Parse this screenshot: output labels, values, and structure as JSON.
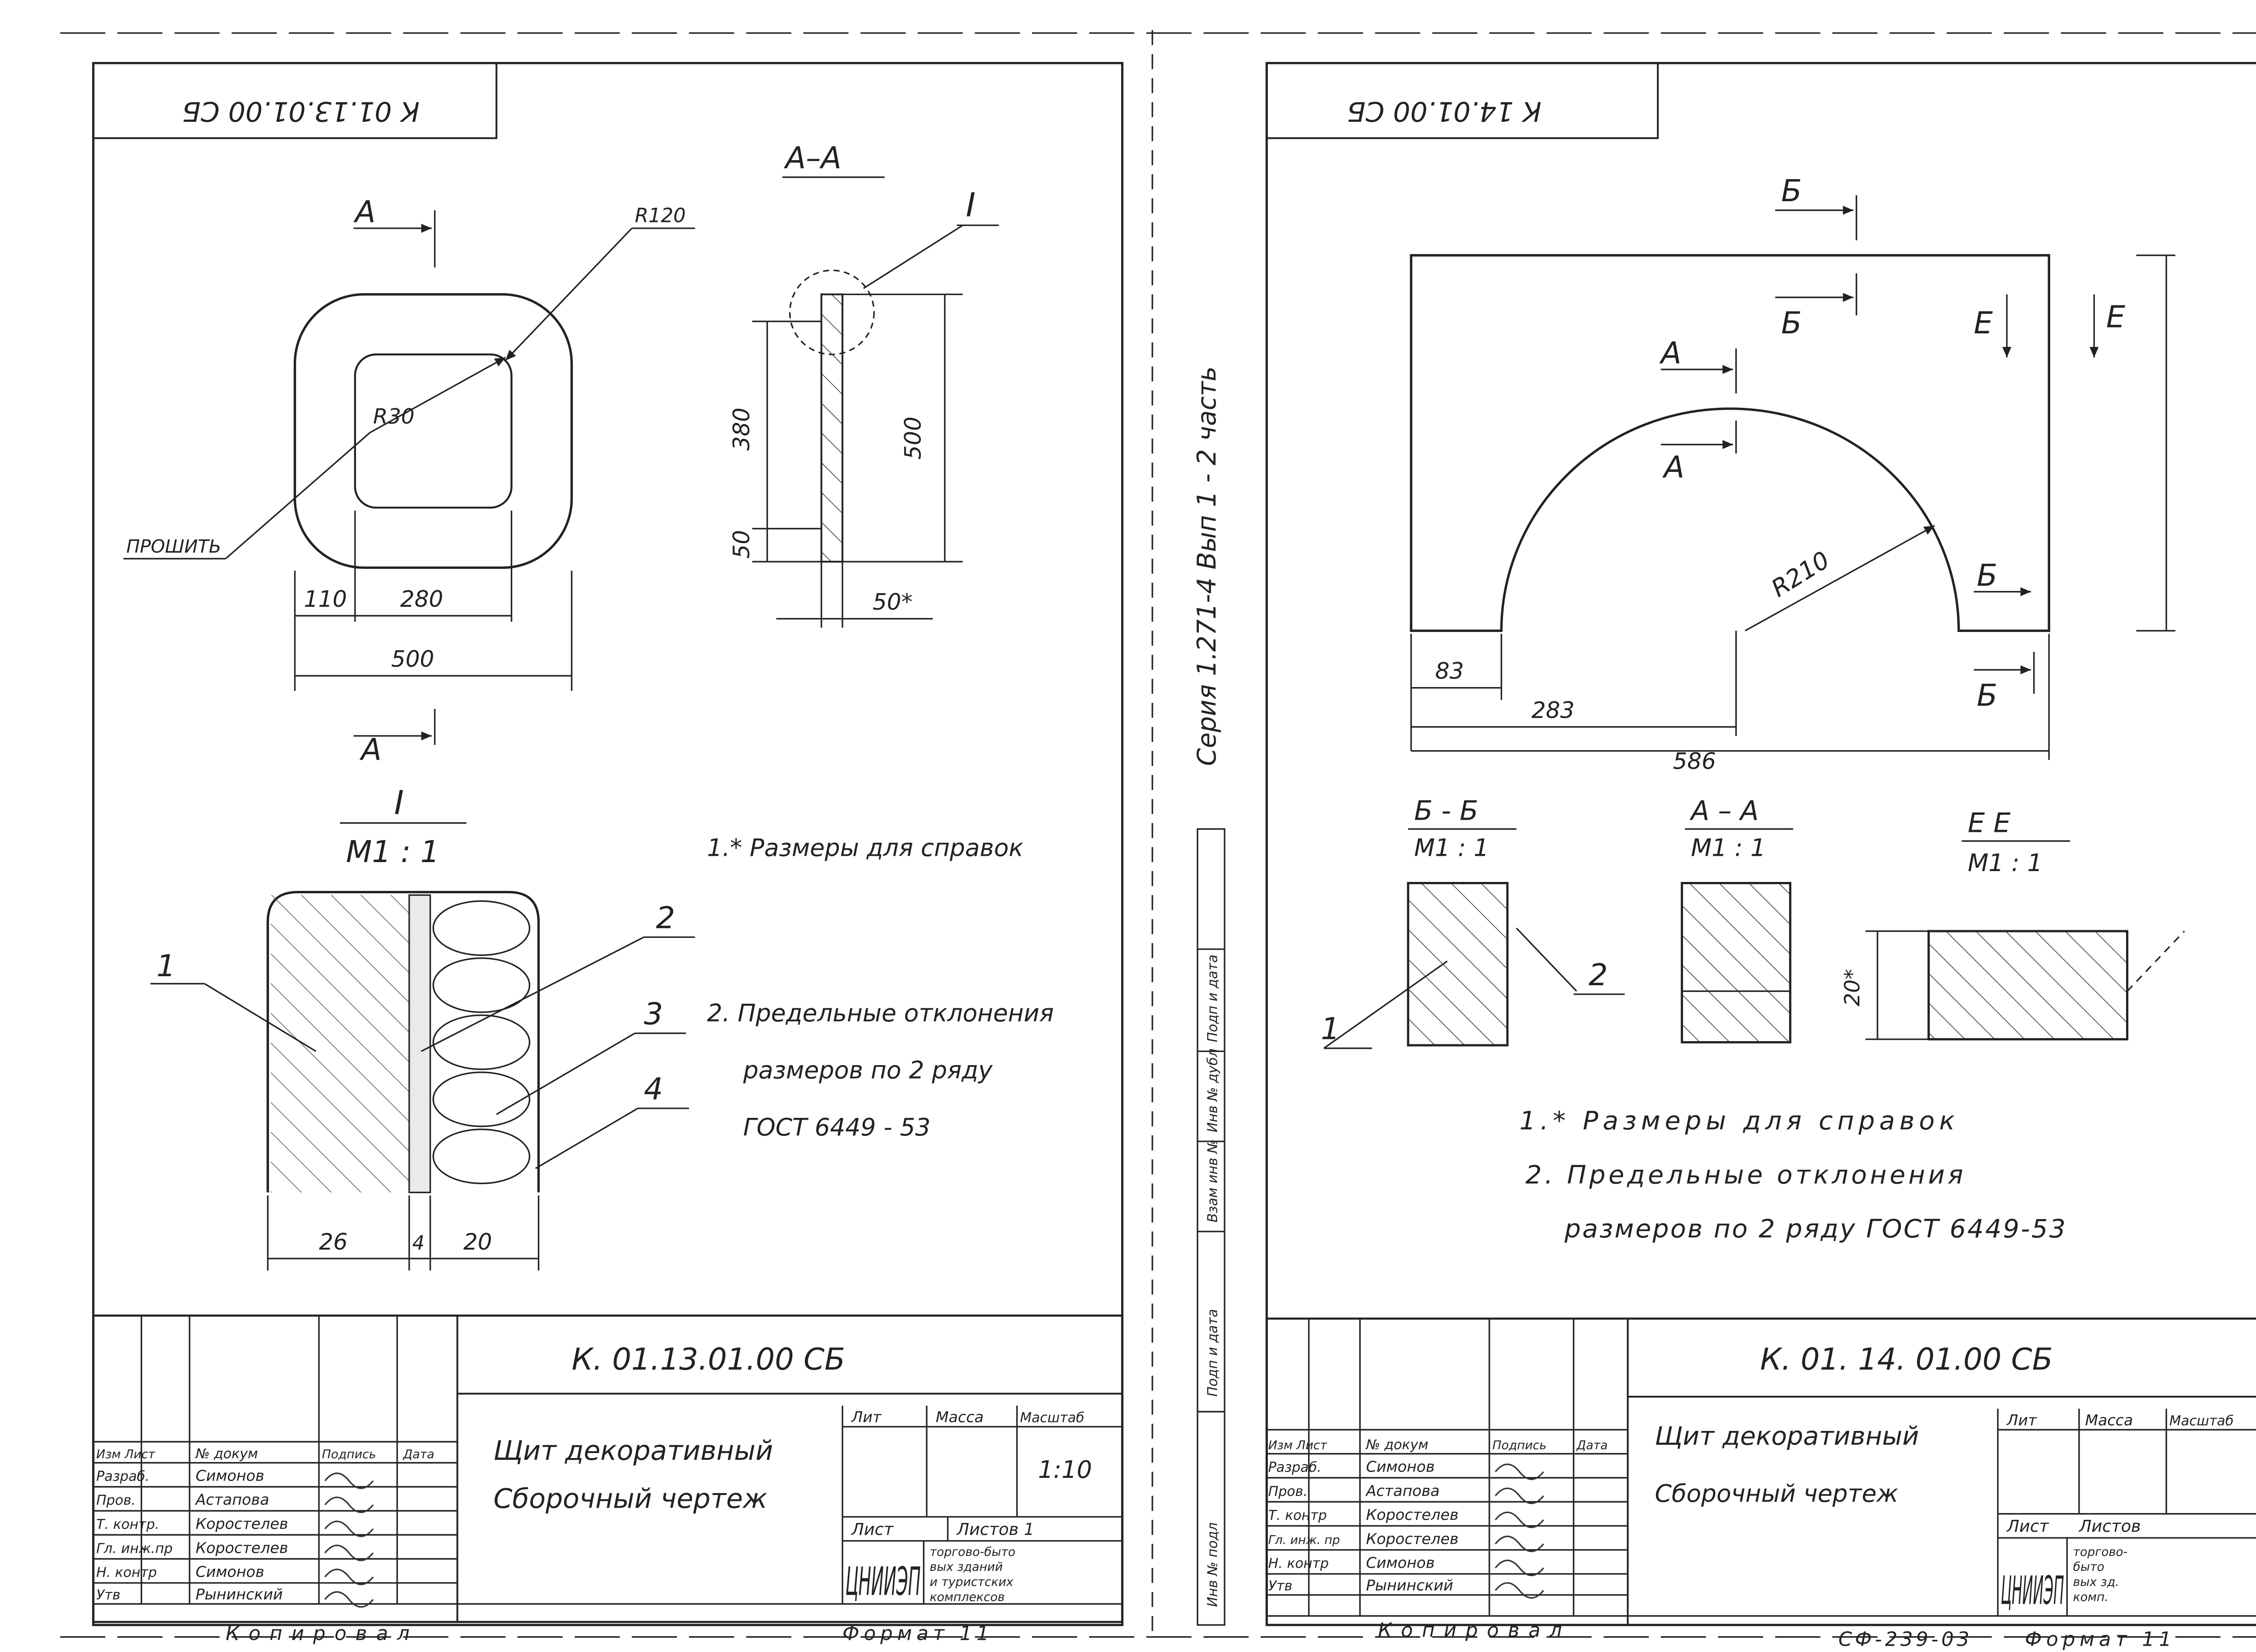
{
  "left": {
    "stamp": "К 01.13.01.00 СБ",
    "front": {
      "section_label": "А",
      "section_label_bottom": "А",
      "radius_outer": "R120",
      "radius_inner": "R30",
      "stitch": "ПРОШИТЬ",
      "dims": [
        "110",
        "280",
        "500"
      ]
    },
    "section": {
      "title": "А–А",
      "callout": "I",
      "dims": [
        "380",
        "500",
        "50",
        "50*"
      ]
    },
    "detail": {
      "title": "I",
      "scale": "М1 : 1",
      "leaders": [
        "1",
        "2",
        "3",
        "4"
      ],
      "dims": [
        "26",
        "4",
        "20"
      ]
    },
    "notes": [
      "1.* Размеры для справок",
      "2. Предельные отклонения",
      "размеров по 2 ряду",
      "ГОСТ 6449 - 53"
    ],
    "titleblock": {
      "code": "К. 01.13.01.00  СБ",
      "name_line1": "Щит декоративный",
      "name_line2": "Сборочный чертеж",
      "lit": "Лит",
      "mass": "Масса",
      "scale_hdr": "Масштаб",
      "scale_val": "1:10",
      "sheet": "Лист",
      "sheets": "Листов 1",
      "org_logo": "ЦНИИЭП",
      "org_text": [
        "торгово-быто",
        "вых зданий",
        "и туристских",
        "комплексов"
      ],
      "roles_header": [
        "Изм Лист",
        "№ докум",
        "Подпись",
        "Дата"
      ],
      "roles": [
        "Разраб.",
        "Пров.",
        "Т. контр.",
        "Гл. инж.пр",
        "Н. контр",
        "Утв"
      ],
      "names": [
        "Симонов",
        "Астапова",
        "Коростелев",
        "Коростелев",
        "Симонов",
        "Рынинский"
      ],
      "copied": "Копировал",
      "format": "Формат 11"
    }
  },
  "spine": "Серия 1.271-4  Вып 1 - 2  часть",
  "spine_boxes": [
    "Инв № подл",
    "Подп и дата",
    "Взам инв №",
    "Инв № дубл",
    "Подп и дата"
  ],
  "right": {
    "stamp": "К 14.01.00 СБ",
    "elevation": {
      "labels": [
        "Б",
        "Б",
        "Е",
        "Е",
        "А",
        "А",
        "Б",
        "Б"
      ],
      "radius": "R210",
      "dims": [
        "83",
        "283",
        "586"
      ]
    },
    "sections": [
      {
        "title": "Б - Б",
        "scale": "М1 : 1"
      },
      {
        "title": "А – А",
        "scale": "М1 : 1"
      },
      {
        "title": "Е   Е",
        "scale": "М1 : 1"
      }
    ],
    "leaders": [
      "1",
      "2"
    ],
    "section_dim": "20*",
    "notes": [
      "1.* Размеры для справок",
      "2. Предельные отклонения",
      "размеров по 2 ряду ГОСТ 6449-53"
    ],
    "titleblock": {
      "code": "К. 01. 14. 01.00  СБ",
      "name_line1": "Щит декоративный",
      "name_line2": "Сборочный чертеж",
      "lit": "Лит",
      "mass": "Масса",
      "scale_hdr": "Масштаб",
      "sheet": "Лист",
      "sheets": "Листов",
      "org_logo": "ЦНИИЭП",
      "org_text": [
        "торгово-",
        "быто",
        "вых зд.",
        "комп."
      ],
      "roles_header": [
        "Изм Лист",
        "№ докум",
        "Подпись",
        "Дата"
      ],
      "roles": [
        "Разраб.",
        "Пров.",
        "Т. контр",
        "Гл. инж. пр",
        "Н. контр",
        "Утв"
      ],
      "names": [
        "Симонов",
        "Астапова",
        "Коростелев",
        "Коростелев",
        "Симонов",
        "Рынинский"
      ],
      "copied": "Копировал",
      "format_code": "СФ-239-03",
      "format": "Формат 11"
    }
  }
}
